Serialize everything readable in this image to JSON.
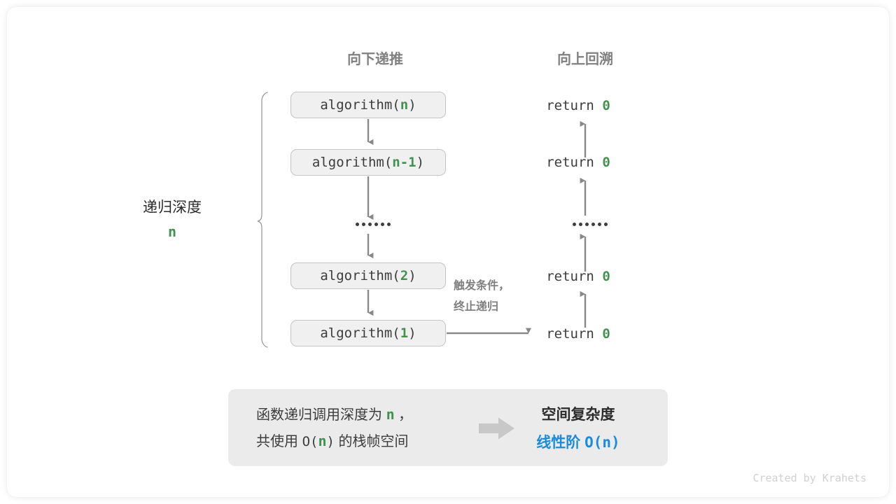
{
  "headers": {
    "left": "向下递推",
    "right": "向上回溯"
  },
  "depth": {
    "label": "递归深度",
    "value": "n"
  },
  "calls": [
    {
      "name": "algorithm(",
      "arg": "n",
      "close": ")"
    },
    {
      "name": "algorithm(",
      "arg": "n-1",
      "close": ")"
    },
    {
      "name": "algorithm(",
      "arg": "2",
      "close": ")"
    },
    {
      "name": "algorithm(",
      "arg": "1",
      "close": ")"
    }
  ],
  "ellipsis": "······",
  "returns": [
    {
      "keyword": "return",
      "value": "0"
    },
    {
      "keyword": "return",
      "value": "0"
    },
    {
      "keyword": "return",
      "value": "0"
    },
    {
      "keyword": "return",
      "value": "0"
    }
  ],
  "trigger": {
    "line1": "触发条件，",
    "line2": "终止递归"
  },
  "summary": {
    "left_line1_a": "函数递归调用深度为",
    "left_line1_n": "n",
    "left_line1_b": "，",
    "left_line2_a": "共使用",
    "left_line2_o": "O(",
    "left_line2_n": "n",
    "left_line2_c": ")",
    "left_line2_b": "的栈帧空间",
    "arrow_icon": "block-arrow-right-icon",
    "right_title": "空间复杂度",
    "right_value_label": "线性阶",
    "right_value_expr": "O(n)"
  },
  "credit": "Created by Krahets",
  "colors": {
    "green": "#43914f",
    "blue": "#1a8cdb",
    "gray_text": "#808080",
    "dark_text": "#3c3c3c",
    "arrow": "#888888",
    "box_fill": "#f0f0f0",
    "box_border": "#c4c4c4",
    "summary_fill": "#ebebeb",
    "block_arrow": "#c8c8c8"
  }
}
